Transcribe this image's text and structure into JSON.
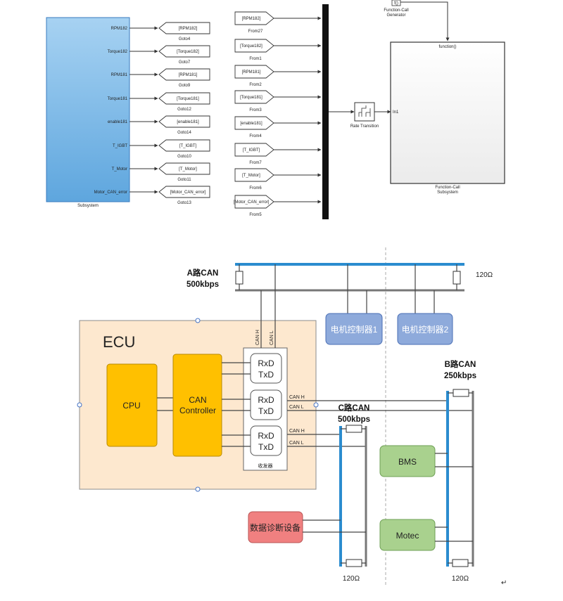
{
  "simulink": {
    "subsystem_ports": [
      "RPM182",
      "Torque182",
      "RPM181",
      "Torque181",
      "enable181",
      "T_IGBT",
      "T_Motor",
      "Motor_CAN_error"
    ],
    "subsystem_label": "Subsystem",
    "goto_tags": [
      "[RPM182]",
      "[Torque182]",
      "[RPM181]",
      "[Torque181]",
      "[enable181]",
      "[T_IGBT]",
      "[T_Motor]",
      "[Motor_CAN_error]"
    ],
    "goto_labels": [
      "Goto4",
      "Goto7",
      "Goto9",
      "Goto12",
      "Goto14",
      "Goto10",
      "Goto11",
      "Goto13"
    ],
    "from_tags": [
      "[RPM182]",
      "[Torque182]",
      "[RPM181]",
      "[Torque181]",
      "[enable181]",
      "[T_IGBT]",
      "[T_Motor]",
      "[Motor_CAN_error]"
    ],
    "from_labels": [
      "From27",
      "From1",
      "From2",
      "From3",
      "From4",
      "From7",
      "From6",
      "From5"
    ],
    "fcg_block": "f()",
    "fcg_label_1": "Function-Call",
    "fcg_label_2": "Generator",
    "rate_label": "Rate Transition",
    "fcs_trigger": "function()",
    "fcs_port": "In1",
    "fcs_label_1": "Function-Call",
    "fcs_label_2": "Subsystem"
  },
  "can": {
    "a_title": "A路CAN",
    "a_rate": "500kbps",
    "a_term": "120Ω",
    "b_title": "B路CAN",
    "b_rate": "250kbps",
    "c_title": "C路CAN",
    "c_rate": "500kbps",
    "bottom_term_c": "120Ω",
    "bottom_term_b": "120Ω",
    "ecu": "ECU",
    "cpu": "CPU",
    "can_ctrl_1": "CAN",
    "can_ctrl_2": "Controller",
    "rxd": "RxD",
    "txd": "TxD",
    "transceiver": "收发器",
    "can_h": "CAN H",
    "can_l": "CAN L",
    "motor1": "电机控制器1",
    "motor2": "电机控制器2",
    "bms": "BMS",
    "motec": "Motec",
    "diag": "数据诊断设备",
    "return_mark": "↵"
  }
}
